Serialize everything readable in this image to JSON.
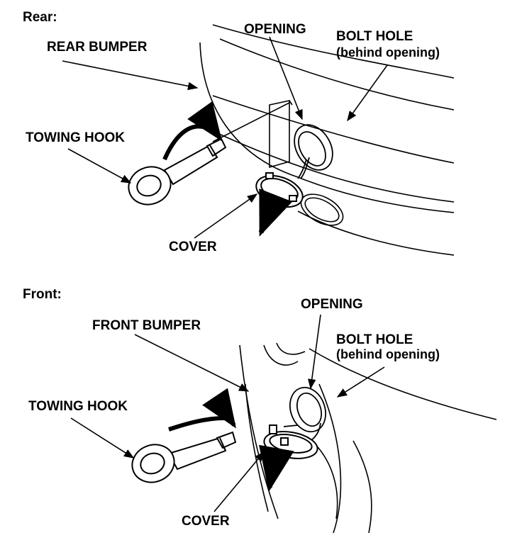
{
  "rear": {
    "heading": "Rear:",
    "labels": {
      "rear_bumper": "REAR BUMPER",
      "opening": "OPENING",
      "bolt_hole": "BOLT HOLE",
      "behind_opening": "(behind opening)",
      "towing_hook": "TOWING HOOK",
      "cover": "COVER"
    }
  },
  "front": {
    "heading": "Front:",
    "labels": {
      "front_bumper": "FRONT BUMPER",
      "opening": "OPENING",
      "bolt_hole": "BOLT HOLE",
      "behind_opening": "(behind opening)",
      "towing_hook": "TOWING HOOK",
      "cover": "COVER"
    }
  },
  "colors": {
    "ink": "#000000",
    "paper": "#ffffff"
  }
}
